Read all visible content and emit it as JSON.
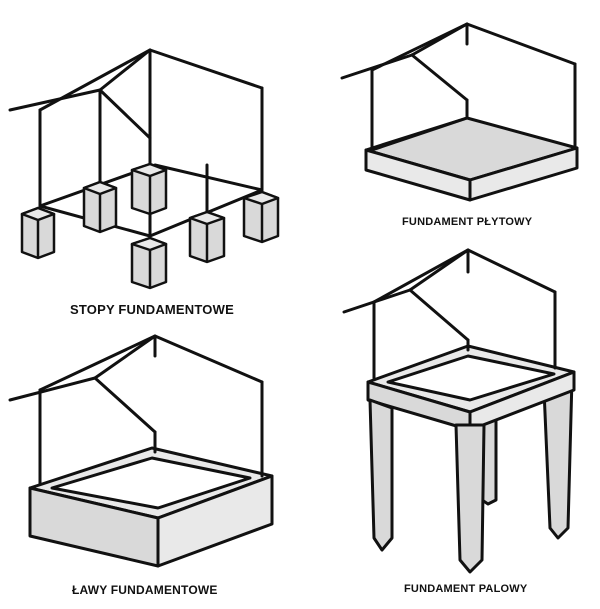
{
  "labels": {
    "stopy": "STOPY FUNDAMENTOWE",
    "plytowy": "FUNDAMENT PŁYTOWY",
    "lawy": "ŁAWY FUNDAMENTOWE",
    "palowy": "FUNDAMENT PALOWY"
  },
  "colors": {
    "outline": "#111111",
    "fill": "#d9d9d9",
    "fill_side": "#e9e9e9",
    "background": "#ffffff"
  }
}
